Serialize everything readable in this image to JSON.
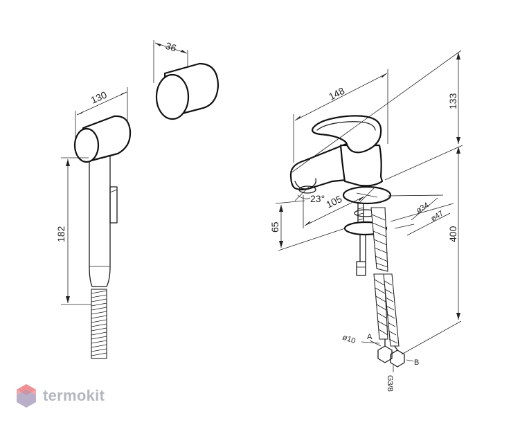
{
  "dimensions": {
    "hand_shower_width": "130",
    "hand_shower_height": "182",
    "holder_width": "36",
    "spout_length": "148",
    "mixer_height": "133",
    "hose_length": "400",
    "spout_reach": "105",
    "spout_angle": "23°",
    "spout_clearance": "65",
    "base_diameter_small": "ø34",
    "base_diameter_large": "ø47",
    "hose_diameter": "ø10",
    "thread_size": "G3/8"
  },
  "hose_labels": {
    "a": "A",
    "b": "B"
  },
  "brand": {
    "name": "termokit",
    "logo_color": "#e8636b",
    "logo_color_2": "#8ab4e0"
  },
  "colors": {
    "line": "#1a1a1a",
    "background": "#ffffff",
    "brand_text": "#b4b8bd"
  }
}
